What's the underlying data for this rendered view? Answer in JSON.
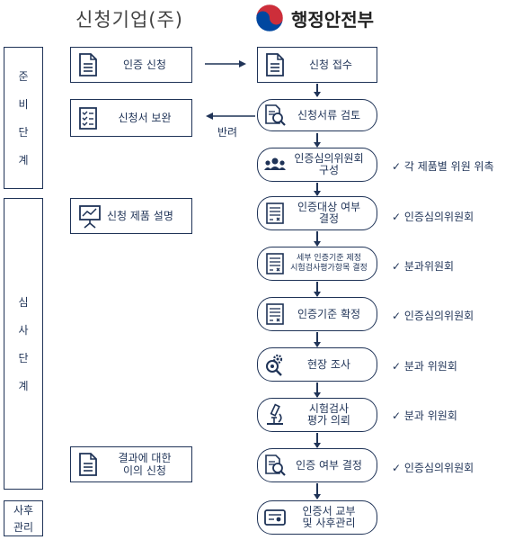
{
  "header": {
    "company": "신청기업(주)",
    "ministry": "행정안전부"
  },
  "stages": [
    {
      "id": "prep",
      "chars": [
        "준",
        "비",
        "단",
        "계"
      ]
    },
    {
      "id": "review",
      "chars": [
        "심",
        "사",
        "단",
        "계"
      ]
    },
    {
      "id": "post",
      "chars": [
        "사후",
        "관리"
      ]
    }
  ],
  "company_steps": [
    {
      "id": "apply",
      "label": "인증 신청"
    },
    {
      "id": "supplement",
      "label": "신청서 보완"
    },
    {
      "id": "explain",
      "label": "신청 제품 설명"
    },
    {
      "id": "objection",
      "label": "결과에 대한\n이의 신청"
    }
  ],
  "ministry_steps": [
    {
      "id": "receive",
      "label": "신청 접수"
    },
    {
      "id": "docs-review",
      "label": "신청서류 검토"
    },
    {
      "id": "committee",
      "label": "인증심의위원회\n구성",
      "note": "✓ 각 제품별 위원 위촉"
    },
    {
      "id": "target-decision",
      "label": "인증대상 여부\n결정",
      "note": "✓ 인증심의위원회"
    },
    {
      "id": "criteria-detail",
      "label": "세부 인증기준 제정\n시험검사평가항목 결정",
      "note": "✓ 분과위원회"
    },
    {
      "id": "criteria-confirm",
      "label": "인증기준 확정",
      "note": "✓ 인증심의위원회"
    },
    {
      "id": "site-survey",
      "label": "현장 조사",
      "note": "✓ 분과 위원회"
    },
    {
      "id": "test-request",
      "label": "시험검사\n평가 의뢰",
      "note": "✓ 분과 위원회"
    },
    {
      "id": "cert-decision",
      "label": "인증 여부 결정",
      "note": "✓ 인증심의위원회"
    },
    {
      "id": "issue",
      "label": "인증서 교부\n및 사후관리"
    }
  ],
  "arrows": {
    "return_label": "반려"
  },
  "colors": {
    "navy": "#1f3357",
    "red": "#cd2e3a",
    "blue": "#0047a0"
  }
}
